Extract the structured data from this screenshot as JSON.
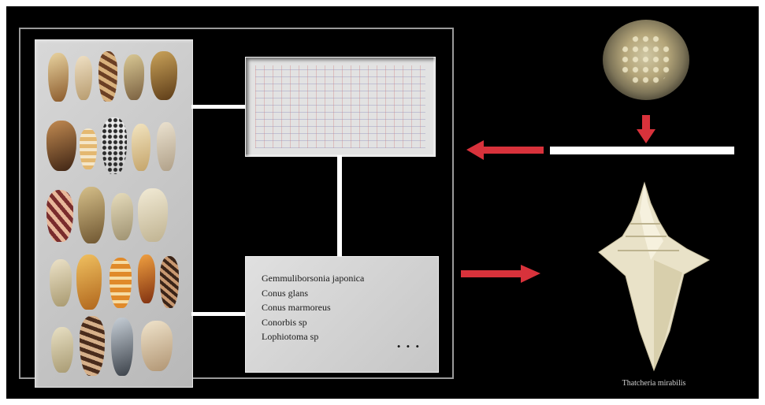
{
  "species": {
    "items": [
      "Gemmuliborsonia japonica",
      "Conus glans",
      "Conus marmoreus",
      "Conorbis sp",
      "Lophiotoma sp"
    ],
    "ellipsis": "• • •"
  },
  "specimen_label": "Thatcheria mirabilis",
  "colors": {
    "background": "#000000",
    "panel_gray": "#d0d0d0",
    "arrow_red": "#d8323b",
    "connector_white": "#ffffff",
    "frame_gray": "#9a9a9a"
  },
  "icons": {
    "shell_collection": "cone-shell-grid-image",
    "organism": "venom-duct-cross-section-image",
    "specimen": "spiral-shell-image"
  }
}
